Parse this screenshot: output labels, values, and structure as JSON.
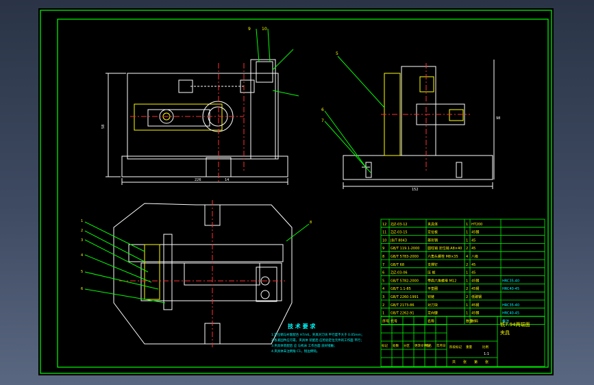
{
  "colors": {
    "background": "#000000",
    "frame": "#00ff00",
    "outline": "#ffffff",
    "center_line": "#ff3030",
    "hatch": "#ffff00",
    "leader": "#00ff00",
    "table_text": "#ffff00",
    "material_text": "#00ffff"
  },
  "front_view": {
    "balloons": [
      "9",
      "10"
    ],
    "dims": {
      "height": "58",
      "width": "226",
      "slot": "14"
    }
  },
  "side_view": {
    "balloons": [
      "5",
      "6",
      "7"
    ],
    "dims": {
      "height": "98",
      "width": "152"
    }
  },
  "top_view": {
    "balloons": [
      "1",
      "2",
      "3",
      "4",
      "5",
      "6",
      "8"
    ]
  },
  "technical_requirements": {
    "title": "技 术 要 求",
    "lines": [
      "1.定位销与衬套配合 H7/n6，夹具对刀块 平行度不大于 0.05mm；",
      "2.各紧固件应可靠，夹具体 装配后 应检验定位元件的工作面 平行；",
      "3.夹具体装配后 应 与机床 工作台面 良好接触；",
      "4.夹具体未注倒角 C1，锐边倒钝。"
    ]
  },
  "parts_list": [
    {
      "no": "12",
      "code": "ZJZ-03-12",
      "name": "夹具体",
      "qty": "1",
      "material": "HT200",
      "note": ""
    },
    {
      "no": "11",
      "code": "ZJZ-03-15",
      "name": "定位板",
      "qty": "1",
      "material": "45钢",
      "note": ""
    },
    {
      "no": "10",
      "code": "JB/T 8043",
      "name": "菱形销",
      "qty": "1",
      "material": "45",
      "note": ""
    },
    {
      "no": "9",
      "code": "GB/T 119.1-2000",
      "name": "圆柱销 定位销 A8×40",
      "qty": "2",
      "material": "45",
      "note": ""
    },
    {
      "no": "8",
      "code": "GB/T 5783-2000",
      "name": "六角头螺栓 M8×35",
      "qty": "4",
      "material": "八级",
      "note": ""
    },
    {
      "no": "7",
      "code": "GB/T 68",
      "name": "支撑钉",
      "qty": "2",
      "material": "45",
      "note": ""
    },
    {
      "no": "6",
      "code": "ZJZ-03-06",
      "name": "压 板",
      "qty": "1",
      "material": "45",
      "note": ""
    },
    {
      "no": "5",
      "code": "GB/T 5782-2000",
      "name": "带肩六角螺母 M12",
      "qty": "1",
      "material": "45钢",
      "note": "HRC35-40"
    },
    {
      "no": "4",
      "code": "GB/T 1.1-85",
      "name": "平垫圈",
      "qty": "2",
      "material": "45钢",
      "note": "HRC40-45"
    },
    {
      "no": "3",
      "code": "GB/T 2260-1991",
      "name": "铰链",
      "qty": "2",
      "material": "低碳钢",
      "note": ""
    },
    {
      "no": "2",
      "code": "GB/T 2173-86",
      "name": "对刀块",
      "qty": "1",
      "material": "45钢",
      "note": "HRC35-40"
    },
    {
      "no": "1",
      "code": "GB/T 2262-91",
      "name": "定向键",
      "qty": "1",
      "material": "45钢",
      "note": "HRC40-45"
    }
  ],
  "parts_header": {
    "no": "序号",
    "code": "代号",
    "name": "名称",
    "qty": "数量",
    "material": "材料",
    "note": "备注"
  },
  "title_block": {
    "drawing_title": "铣7.94两端面",
    "drawing_subtitle": "夹具",
    "revision_labels": [
      "标记",
      "处数",
      "分区",
      "更改文件号",
      "签名",
      "年月日"
    ],
    "stage_labels": [
      "阶段标记",
      "重量",
      "比例"
    ],
    "scale": "1:1",
    "sheet_labels": [
      "共",
      "张",
      "第",
      "张"
    ]
  }
}
